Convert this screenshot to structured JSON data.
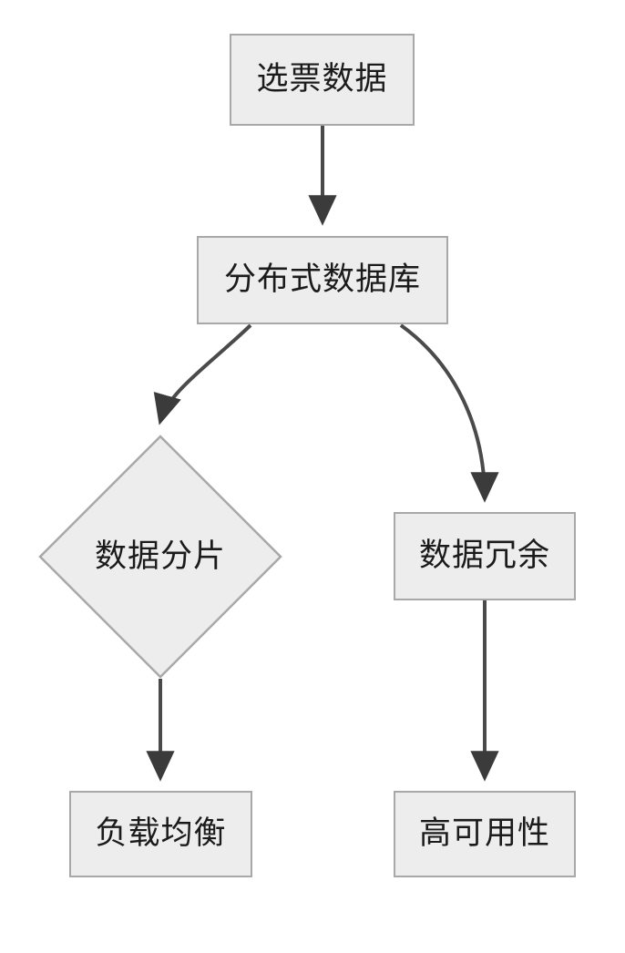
{
  "diagram": {
    "type": "flowchart",
    "orientation": "top-to-bottom",
    "background_color": "#ffffff",
    "node_fill_color": "#ededed",
    "node_border_color": "#a8a8a8",
    "edge_color": "#4a4a4a",
    "text_color": "#1b1b1b",
    "nodes": [
      {
        "id": "ballot-data",
        "label": "选票数据",
        "shape": "rectangle"
      },
      {
        "id": "distributed-db",
        "label": "分布式数据库",
        "shape": "rectangle"
      },
      {
        "id": "sharding",
        "label": "数据分片",
        "shape": "diamond"
      },
      {
        "id": "redundancy",
        "label": "数据冗余",
        "shape": "rectangle"
      },
      {
        "id": "load-balance",
        "label": "负载均衡",
        "shape": "rectangle"
      },
      {
        "id": "availability",
        "label": "高可用性",
        "shape": "rectangle"
      }
    ],
    "edges": [
      {
        "from": "ballot-data",
        "to": "distributed-db",
        "label": "",
        "style": "straight-arrow"
      },
      {
        "from": "distributed-db",
        "to": "sharding",
        "label": "",
        "style": "curved-arrow"
      },
      {
        "from": "distributed-db",
        "to": "redundancy",
        "label": "",
        "style": "curved-arrow"
      },
      {
        "from": "sharding",
        "to": "load-balance",
        "label": "",
        "style": "straight-arrow"
      },
      {
        "from": "redundancy",
        "to": "availability",
        "label": "",
        "style": "straight-arrow"
      }
    ]
  }
}
